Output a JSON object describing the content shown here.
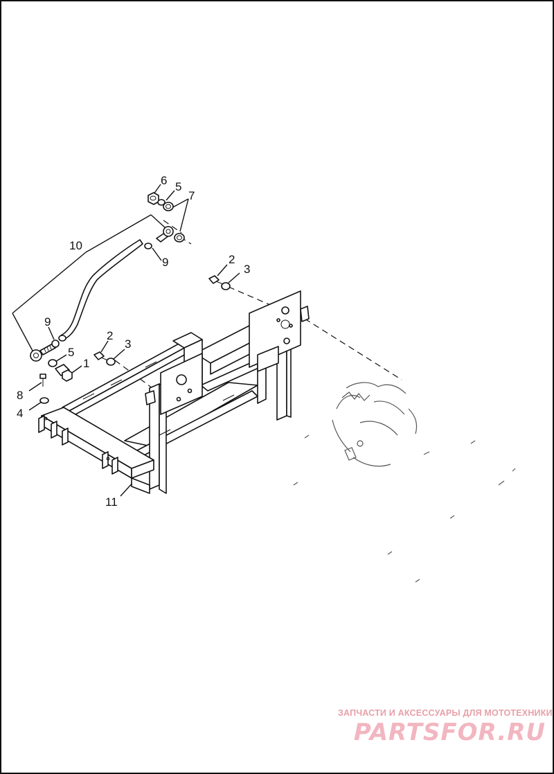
{
  "callouts": {
    "c1": "1",
    "c2a": "2",
    "c2b": "2",
    "c3a": "3",
    "c3b": "3",
    "c4": "4",
    "c5a": "5",
    "c5b": "5",
    "c6": "6",
    "c7": "7",
    "c8": "8",
    "c9a": "9",
    "c9b": "9",
    "c10": "10",
    "c11": "11"
  },
  "watermark": {
    "caption": "ЗАПЧАСТИ И АКСЕССУАРЫ ДЛЯ МОТОТЕХНИКИ",
    "brand": "PARTSFOR.RU"
  },
  "colors": {
    "line": "#111111",
    "watermark": "#f2b6c0"
  }
}
